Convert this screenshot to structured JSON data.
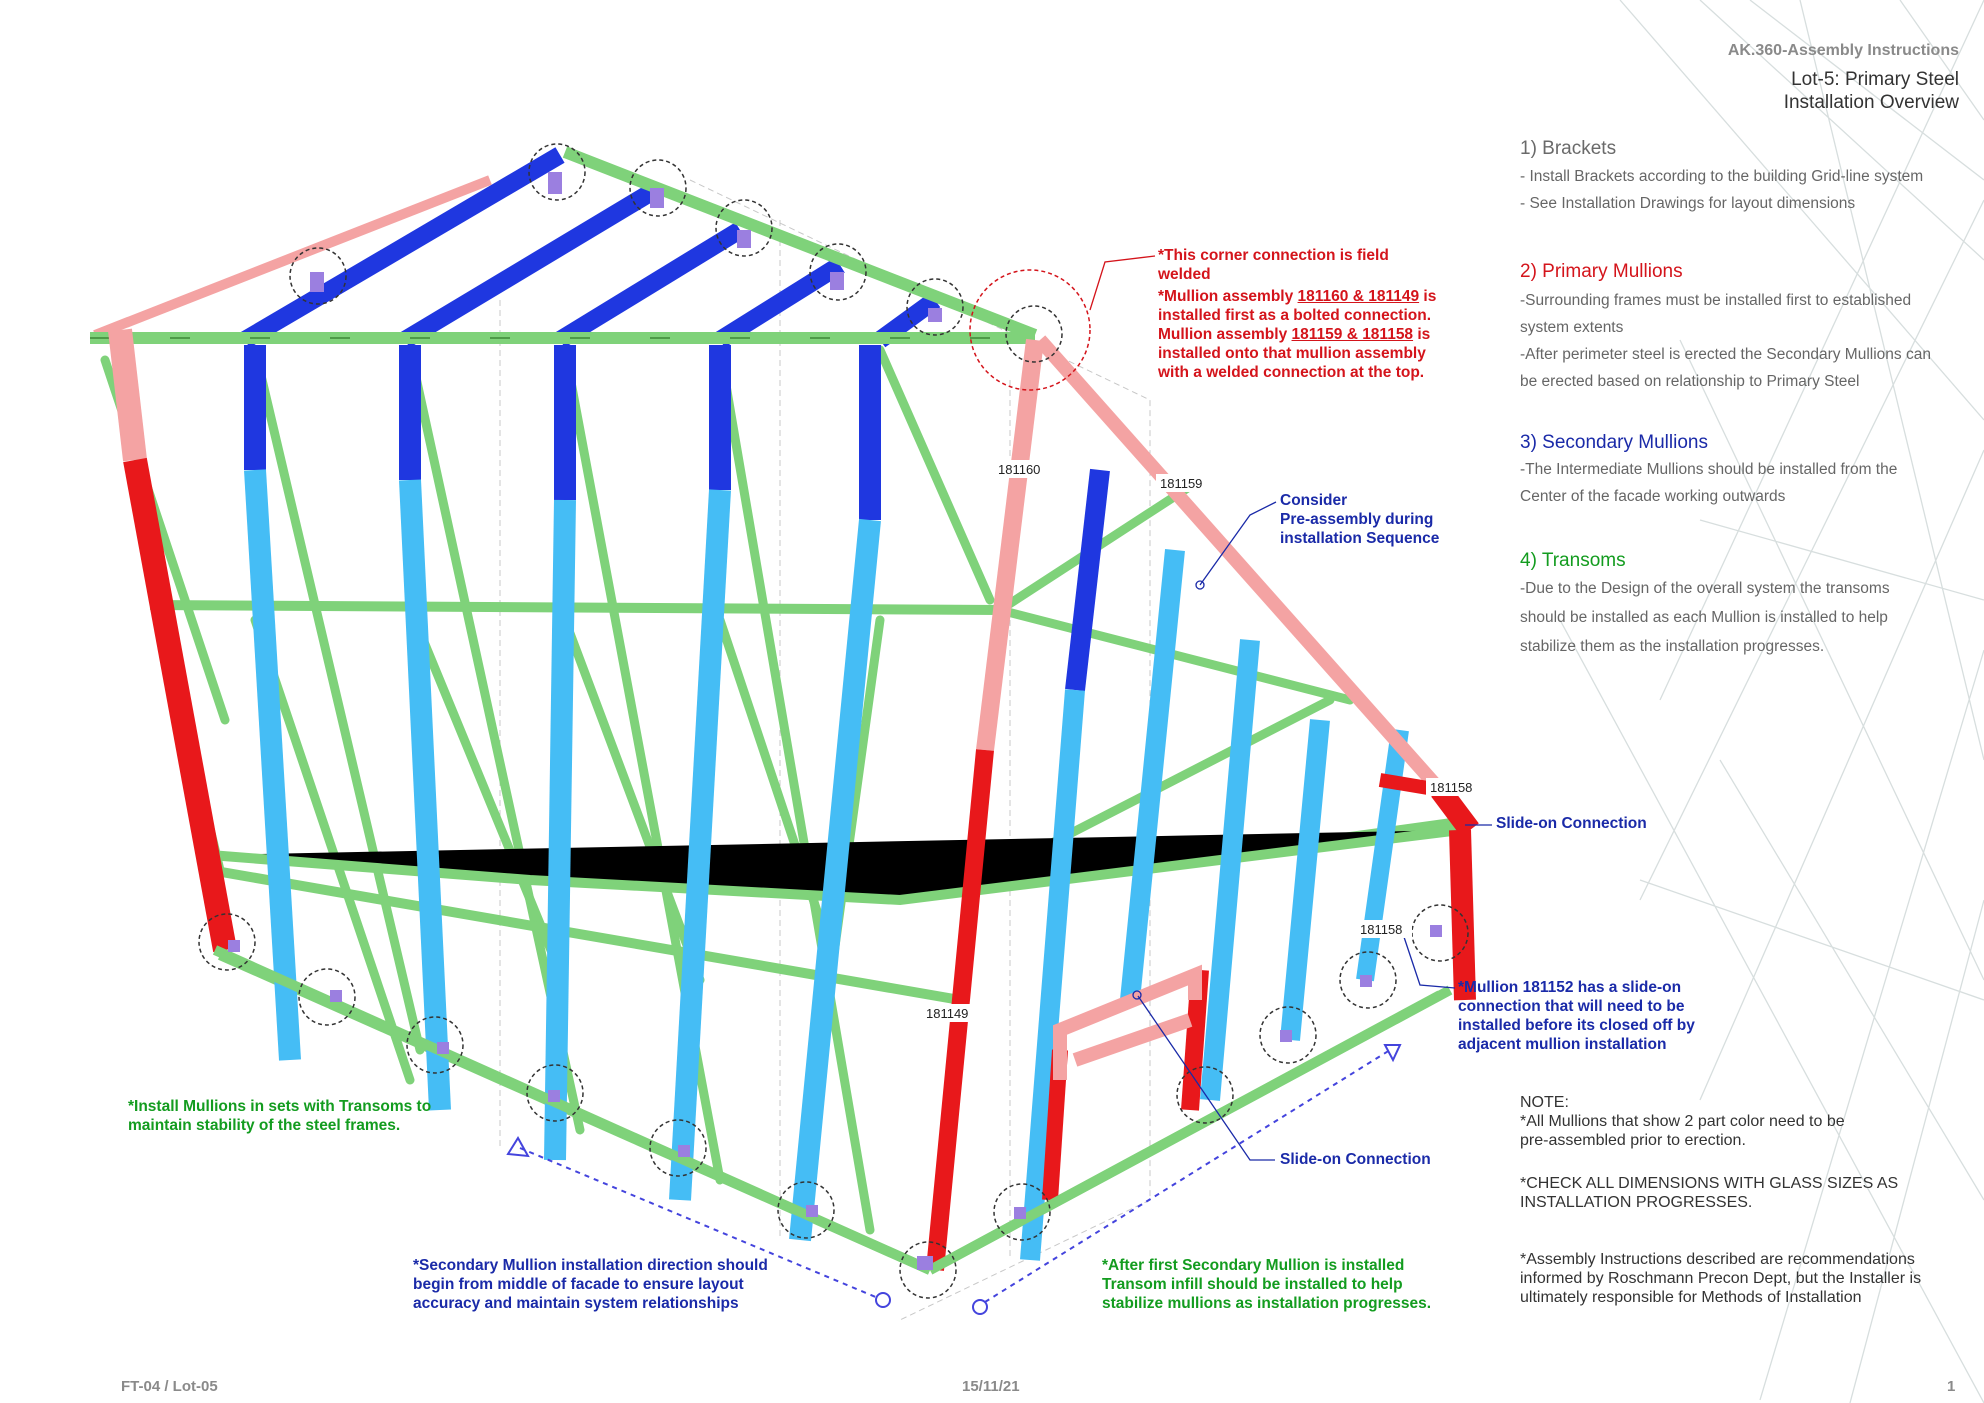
{
  "header": {
    "doc_title": "AK.360-Assembly Instructions",
    "sheet_title": "Lot-5: Primary Steel\nInstallation Overview"
  },
  "sections": [
    {
      "heading": "1) Brackets",
      "color": "#6a6a6a",
      "body": "- Install Brackets according to the building Grid-line system\n- See Installation Drawings for layout dimensions"
    },
    {
      "heading": "2) Primary Mullions",
      "color": "#d4141b",
      "body": "-Surrounding frames must be installed first to established\nsystem extents\n-After perimeter steel is erected the Secondary Mullions can\nbe erected based on relationship to Primary Steel"
    },
    {
      "heading": "3) Secondary Mullions",
      "color": "#1a2aa8",
      "body": "-The Intermediate Mullions should be installed from the\nCenter of the facade working outwards"
    },
    {
      "heading": "4) Transoms",
      "color": "#139c1f",
      "body": "-Due to the Design of the overall system the transoms\nshould be installed as each Mullion is installed to help\nstabilize them as the installation progresses."
    }
  ],
  "notes": {
    "corner_weld": "*This corner connection is field\nwelded",
    "mullion_seq_1": "*Mullion assembly ",
    "mullion_seq_ref1": "181160 & 181149",
    "mullion_seq_2": " is",
    "mullion_seq_3": "installed first as a bolted connection.",
    "mullion_seq_4": "Mullion assembly ",
    "mullion_seq_ref2": "181159 & 181158",
    "mullion_seq_5": "  is",
    "mullion_seq_6": "installed onto that mullion assembly\nwith a welded connection at the top.",
    "preassembly": "Consider\nPre-assembly during\ninstallation Sequence",
    "slide_on_top": "Slide-on Connection",
    "slide_on_bottom": "Slide-on Connection",
    "mullion_181152": "*Mullion 181152 has a slide-on\nconnection that will need to be\ninstalled before its closed off by\nadjacent mullion installation",
    "install_sets": "*Install Mullions in sets with Transoms to\nmaintain stability of the steel frames.",
    "secondary_direction": "*Secondary Mullion installation direction should\nbegin from middle of facade to ensure layout\naccuracy and maintain system relationships",
    "after_first": "*After first Secondary Mullion is installed\nTransom infill should be installed to help\nstabilize mullions as installation progresses."
  },
  "part_labels": {
    "p181160": "181160",
    "p181159": "181159",
    "p181158_top": "181158",
    "p181158_bottom": "181158",
    "p181149": "181149"
  },
  "right_notes": {
    "note1": "NOTE:\n*All Mullions that show 2 part color need to be\npre-assembled prior to erection.",
    "note2": "*CHECK ALL DIMENSIONS WITH GLASS SIZES AS\nINSTALLATION PROGRESSES.",
    "note3": "*Assembly Instructions described are recommendations\ninformed by Roschmann Precon Dept, but the Installer is\nultimately responsible for Methods of Installation"
  },
  "footer": {
    "left": "FT-04 / Lot-05",
    "center": "15/11/21",
    "page": "1"
  },
  "colors": {
    "primary_mullion": "#e8181b",
    "primary_mullion_light": "#f4a3a3",
    "secondary_mullion": "#45bdf5",
    "secondary_mullion_dark": "#1f37e0",
    "transom": "#7fd27a",
    "transom_dark": "#4e9a48"
  }
}
